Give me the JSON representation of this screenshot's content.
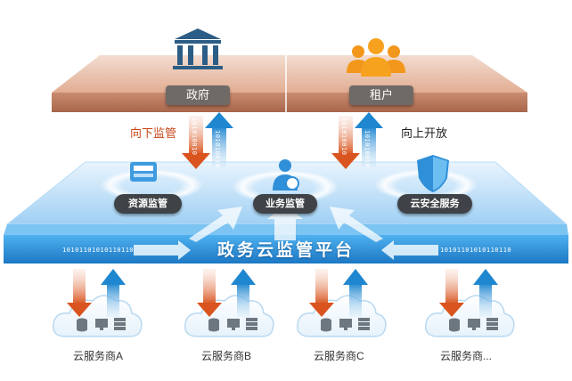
{
  "top": {
    "gov_label": "政府",
    "tenant_label": "租户",
    "down_supervise": "向下监管",
    "up_open": "向上开放"
  },
  "platform": {
    "title": "政务云监管平台",
    "binary_left": "10101101010110110",
    "binary_right": "10101101010110110",
    "modules": [
      {
        "label": "资源监管"
      },
      {
        "label": "业务监管"
      },
      {
        "label": "云安全服务"
      }
    ]
  },
  "vendors": [
    {
      "label": "云服务商A"
    },
    {
      "label": "云服务商B"
    },
    {
      "label": "云服务商C"
    },
    {
      "label": "云服务商..."
    }
  ],
  "arrow_binary": "101010010",
  "colors": {
    "top_plate": "#e8c3ae",
    "platform_blue": "#2a8fd8",
    "down_arrow": "#d9541e",
    "up_arrow": "#2a92d6"
  },
  "icons": [
    "government-building-icon",
    "users-group-icon",
    "server-box-icon",
    "user-chart-icon",
    "shield-icon",
    "cloud-icon",
    "database-icon",
    "monitor-icon",
    "server-rack-icon"
  ]
}
